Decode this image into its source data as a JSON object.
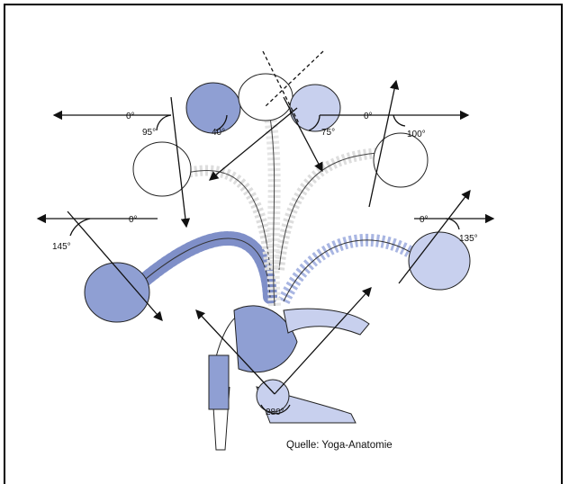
{
  "figure": {
    "caption": "Quelle: Yoga-Anatomie",
    "labels": {
      "flexion_ref": "0°",
      "extension_ref": "0°",
      "left_lateral_ref": "0°",
      "right_lateral_ref": "0°",
      "angle_95": "95°",
      "angle_40": "40°",
      "angle_75": "75°",
      "angle_100": "100°",
      "angle_145": "145°",
      "angle_135": "135°",
      "angle_280": "280°"
    },
    "colors": {
      "skull_blue": "#8f9fd3",
      "skull_light": "#c8d0ee",
      "outline": "#222222",
      "background": "#ffffff"
    }
  }
}
